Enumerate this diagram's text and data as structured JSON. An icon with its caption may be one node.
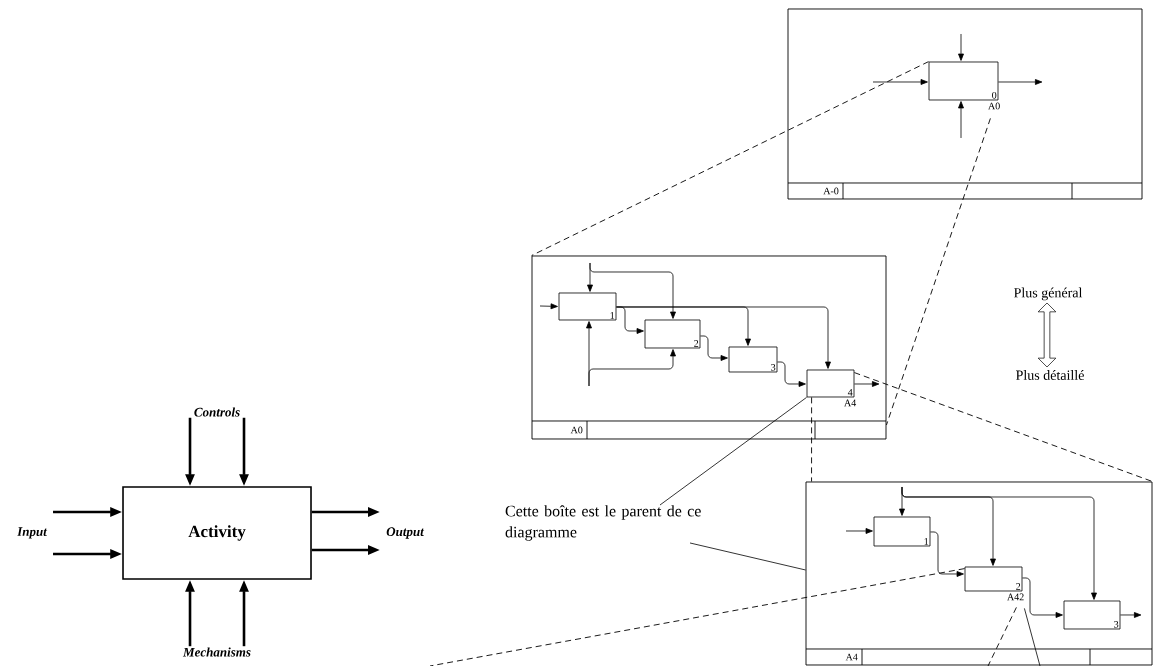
{
  "diagram": {
    "nodes": [
      {
        "text": [
          "Activity"
        ]
      },
      {
        "text": [
          "Controls"
        ]
      },
      {
        "text": [
          "Input"
        ]
      },
      {
        "text": [
          "Output"
        ]
      },
      {
        "text": [
          "Mechanisms"
        ]
      },
      {
        "text": [
          "A-0"
        ]
      },
      {
        "text": [
          "0"
        ],
        "beside": [
          "A0"
        ],
        "in": 5
      },
      {
        "text": [
          "A0"
        ]
      },
      {
        "text": [
          "1"
        ],
        "in": 7
      },
      {
        "text": [
          "2"
        ],
        "in": 7
      },
      {
        "text": [
          "3"
        ],
        "in": 7
      },
      {
        "text": [
          "4"
        ],
        "beside": [
          "A4"
        ],
        "in": 7
      },
      {
        "text": [
          "A4"
        ]
      },
      {
        "text": [
          "1"
        ],
        "in": 12
      },
      {
        "text": [
          "2"
        ],
        "beside": [
          "A42"
        ],
        "in": 12
      },
      {
        "text": [
          "3"
        ],
        "in": 12
      },
      {
        "text": [
          "Cette boîte est le parent de ce diagramme"
        ]
      }
    ],
    "edges": [
      {
        "from": 1,
        "to": 0,
        "arrow": "to",
        "style": "thick"
      },
      {
        "from": 1,
        "to": 0,
        "arrow": "to",
        "style": "thick"
      },
      {
        "from": 2,
        "to": 0,
        "arrow": "to",
        "style": "thick"
      },
      {
        "from": 2,
        "to": 0,
        "arrow": "to",
        "style": "thick"
      },
      {
        "from": 0,
        "to": 3,
        "arrow": "to",
        "style": "thick"
      },
      {
        "from": 0,
        "to": 3,
        "arrow": "to",
        "style": "thick"
      },
      {
        "from": 4,
        "to": 0,
        "arrow": "to",
        "style": "thick"
      },
      {
        "from": 4,
        "to": 0,
        "arrow": "to",
        "style": "thick"
      },
      {
        "from": null,
        "to": 6,
        "arrow": "to"
      },
      {
        "from": null,
        "to": 6,
        "arrow": "to"
      },
      {
        "from": null,
        "to": 6,
        "arrow": "to"
      },
      {
        "from": 6,
        "to": null,
        "arrow": "to"
      },
      {
        "from": null,
        "to": 8,
        "arrow": "to"
      },
      {
        "from": null,
        "to": 8,
        "arrow": "to"
      },
      {
        "from": null,
        "to": 9,
        "arrow": "to"
      },
      {
        "from": null,
        "to": 8,
        "arrow": "to"
      },
      {
        "from": null,
        "to": 9,
        "arrow": "to"
      },
      {
        "from": 8,
        "to": 9,
        "arrow": "to"
      },
      {
        "from": 8,
        "to": 10,
        "arrow": "to"
      },
      {
        "from": 8,
        "to": 11,
        "arrow": "to"
      },
      {
        "from": 9,
        "to": 10,
        "arrow": "to"
      },
      {
        "from": 10,
        "to": 11,
        "arrow": "to"
      },
      {
        "from": 11,
        "to": null,
        "arrow": "to"
      },
      {
        "from": null,
        "to": 13,
        "arrow": "to"
      },
      {
        "from": null,
        "to": 13,
        "arrow": "to"
      },
      {
        "from": null,
        "to": 14,
        "arrow": "to"
      },
      {
        "from": null,
        "to": 15,
        "arrow": "to"
      },
      {
        "from": 13,
        "to": 14,
        "arrow": "to"
      },
      {
        "from": 14,
        "to": 15,
        "arrow": "to"
      },
      {
        "from": 15,
        "to": null,
        "arrow": "to"
      },
      {
        "from": 16,
        "to": 11,
        "arrow": "none"
      },
      {
        "from": 16,
        "to": 12,
        "arrow": "none"
      },
      {
        "from": 14,
        "to": null,
        "arrow": "none"
      },
      {
        "from": 6,
        "to": 7,
        "arrow": "none",
        "style": "dashed"
      },
      {
        "from": 6,
        "to": 7,
        "arrow": "none",
        "style": "dashed"
      },
      {
        "from": 11,
        "to": 12,
        "arrow": "none",
        "style": "dashed"
      },
      {
        "from": 11,
        "to": 12,
        "arrow": "none",
        "style": "dashed"
      },
      {
        "from": 14,
        "to": null,
        "arrow": "none",
        "style": "dashed"
      },
      {
        "from": 14,
        "to": null,
        "arrow": "none",
        "style": "dashed"
      }
    ],
    "labels": [
      "Plus général",
      "Plus détaillé"
    ]
  }
}
